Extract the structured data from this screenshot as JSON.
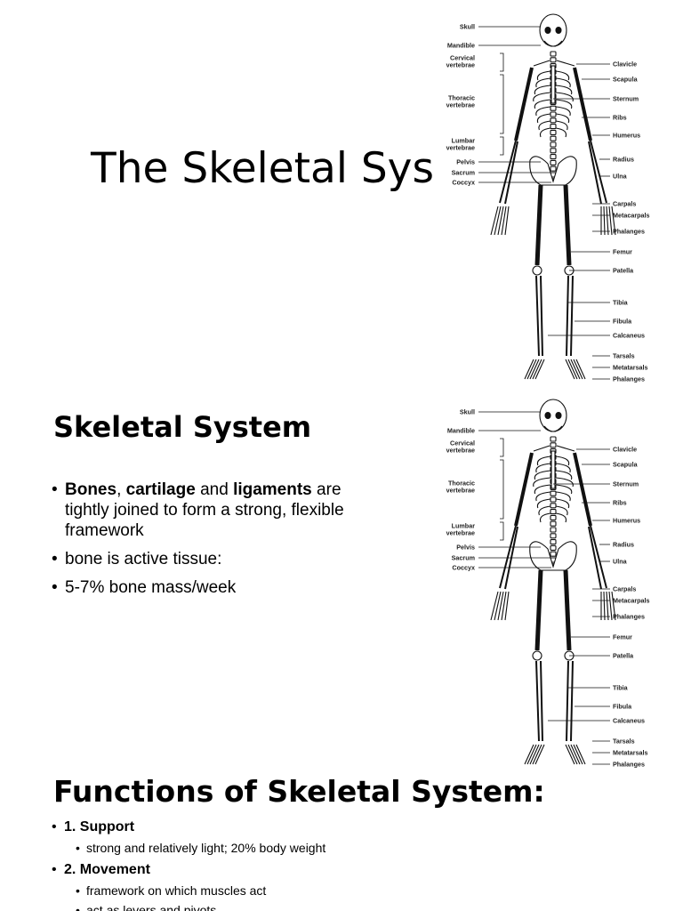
{
  "slide1": {
    "title": "The Skeletal Sys"
  },
  "slide2": {
    "heading": "Skeletal System",
    "bullet1": {
      "w1": "Bones",
      "sep1": ", ",
      "w2": "cartilage",
      "sep2": " and ",
      "w3": "ligaments",
      "rest": " are tightly joined to form a strong, flexible framework"
    },
    "bullet2": "bone is active tissue:",
    "bullet3": "5-7% bone mass/week"
  },
  "slide3": {
    "heading": "Functions of Skeletal System:",
    "items": [
      {
        "label": "1. Support",
        "subs": [
          "strong and relatively light; 20% body weight"
        ]
      },
      {
        "label": "2. Movement",
        "subs": [
          "framework on which muscles act",
          "act as levers and pivots"
        ]
      }
    ]
  },
  "diagram": {
    "left_labels": [
      "Skull",
      "Mandible",
      "Cervical",
      "vertebrae",
      "Thoracic",
      "vertebrae",
      "Lumbar",
      "vertebrae",
      "Pelvis",
      "Sacrum",
      "Coccyx"
    ],
    "right_labels": [
      "Clavicle",
      "Scapula",
      "Sternum",
      "Ribs",
      "Humerus",
      "Radius",
      "Ulna",
      "Carpals",
      "Metacarpals",
      "Phalanges",
      "Femur",
      "Patella",
      "Tibia",
      "Fibula",
      "Calcaneus",
      "Tarsals",
      "Metatarsals",
      "Phalanges"
    ]
  }
}
